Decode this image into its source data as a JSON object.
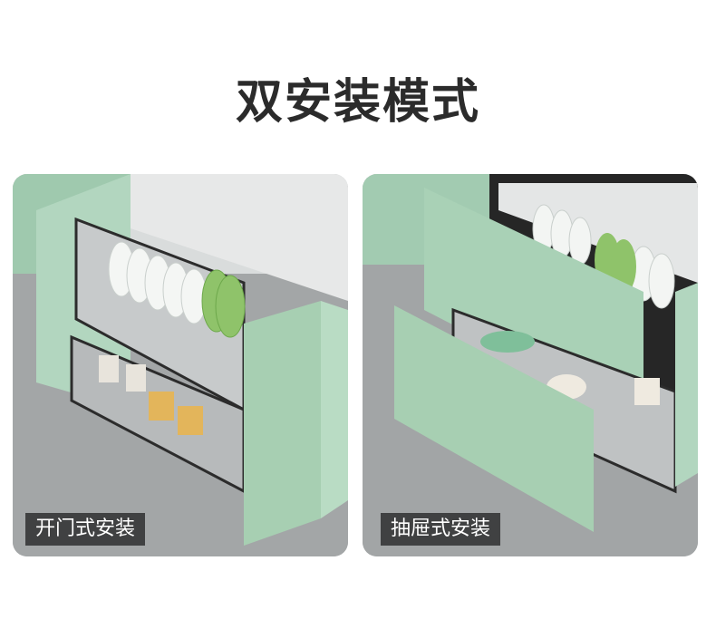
{
  "title": "双安装模式",
  "panels": [
    {
      "label": "开门式安装"
    },
    {
      "label": "抽屉式安装"
    }
  ],
  "colors": {
    "cabinet_green": "#a6cdb2",
    "floor": "#a0a3a4",
    "label_bg": "#37383a"
  }
}
